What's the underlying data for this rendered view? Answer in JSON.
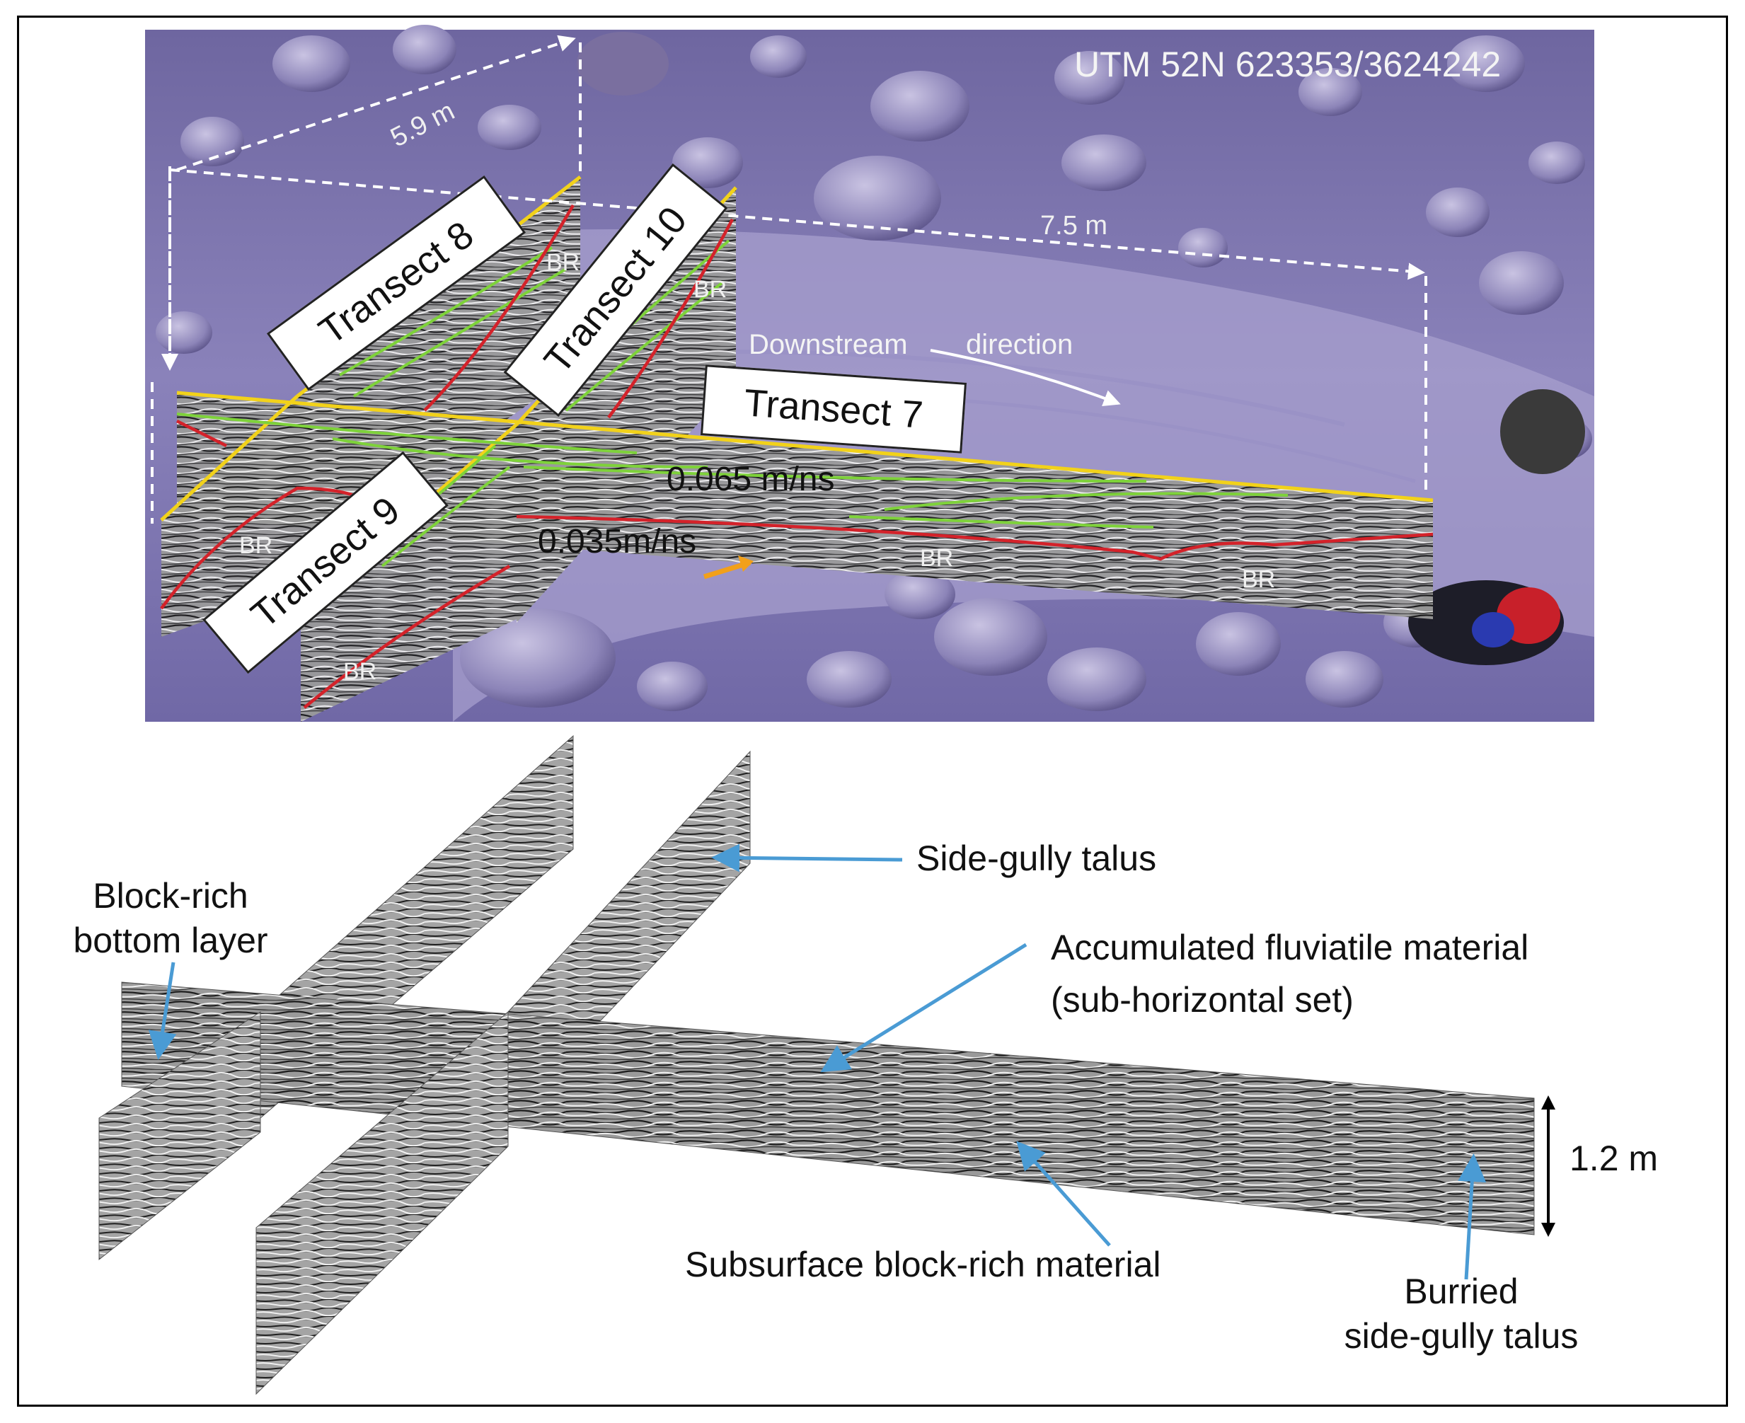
{
  "photo": {
    "utm": "UTM 52N 623353/3624242",
    "dim_width": "5.9 m",
    "dim_length": "7.5 m",
    "downstream_word1": "Downstream",
    "downstream_word2": "direction",
    "transects": [
      "Transect 8",
      "Transect 10",
      "Transect 7",
      "Transect 9"
    ],
    "velocity_upper": "0.065 m/ns",
    "velocity_lower": "0.035m/ns",
    "br_label": "BR"
  },
  "diagram": {
    "block_rich_bottom_line1": "Block-rich",
    "block_rich_bottom_line2": "bottom layer",
    "side_gully": "Side-gully talus",
    "fluviatile_line1": "Accumulated fluviatile material",
    "fluviatile_line2": "(sub-horizontal set)",
    "subsurface": "Subsurface block-rich material",
    "burried_line1": "Burried",
    "burried_line2": "side-gully talus",
    "scale": "1.2 m"
  },
  "colors": {
    "photo_bg": "#7d74b0",
    "surface_line": "#f2d21a",
    "reflector_green": "#7ed23a",
    "reflector_red": "#d4222a",
    "arrow_blue": "#4a9bd4",
    "arrow_orange": "#f2a01a"
  }
}
